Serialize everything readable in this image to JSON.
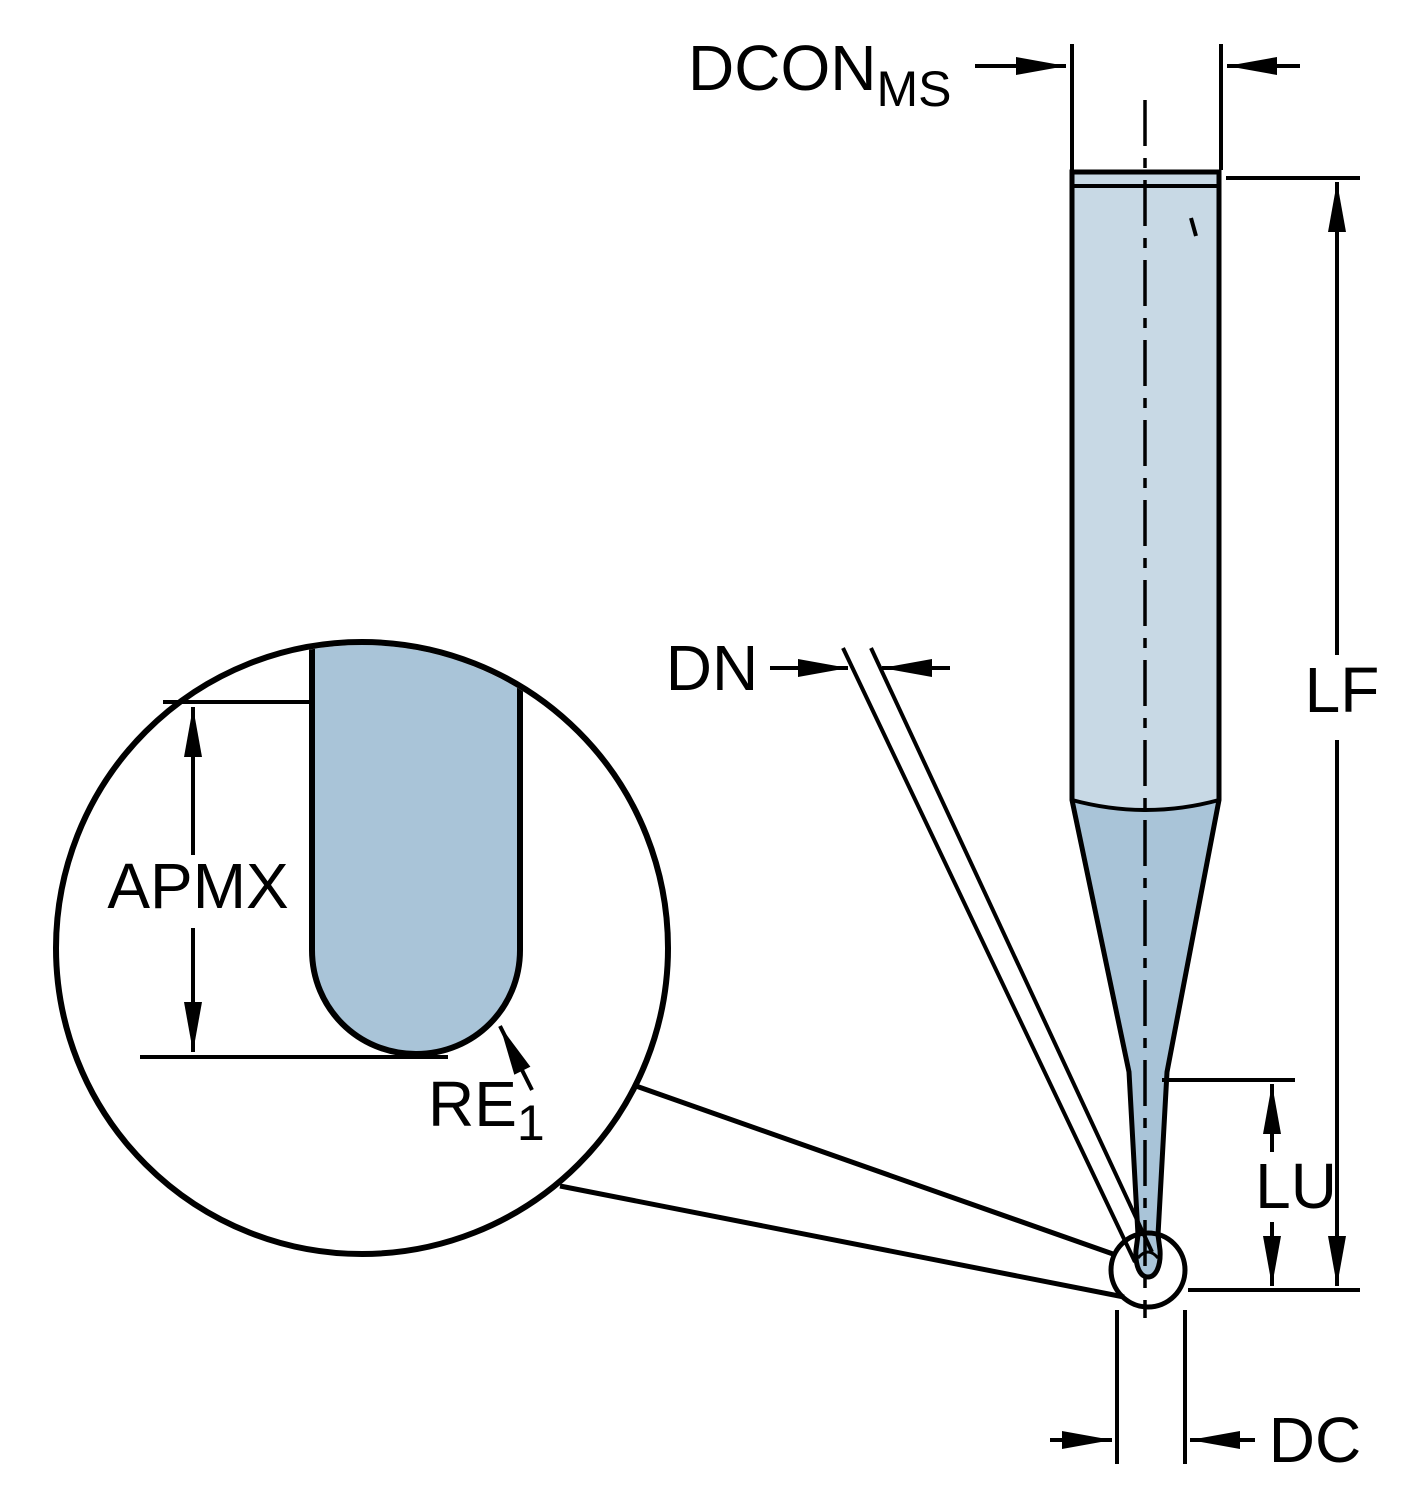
{
  "diagram": {
    "labels": {
      "dcon_main": "DCON",
      "dcon_sub": "MS",
      "dn": "DN",
      "lf": "LF",
      "lu": "LU",
      "dc": "DC",
      "apmx": "APMX",
      "re_main": "RE",
      "re_sub": "1"
    },
    "colors": {
      "shank_fill": "#c8d9e5",
      "flute_fill": "#a9c4d8",
      "outline": "#000000",
      "background": "#ffffff"
    }
  }
}
